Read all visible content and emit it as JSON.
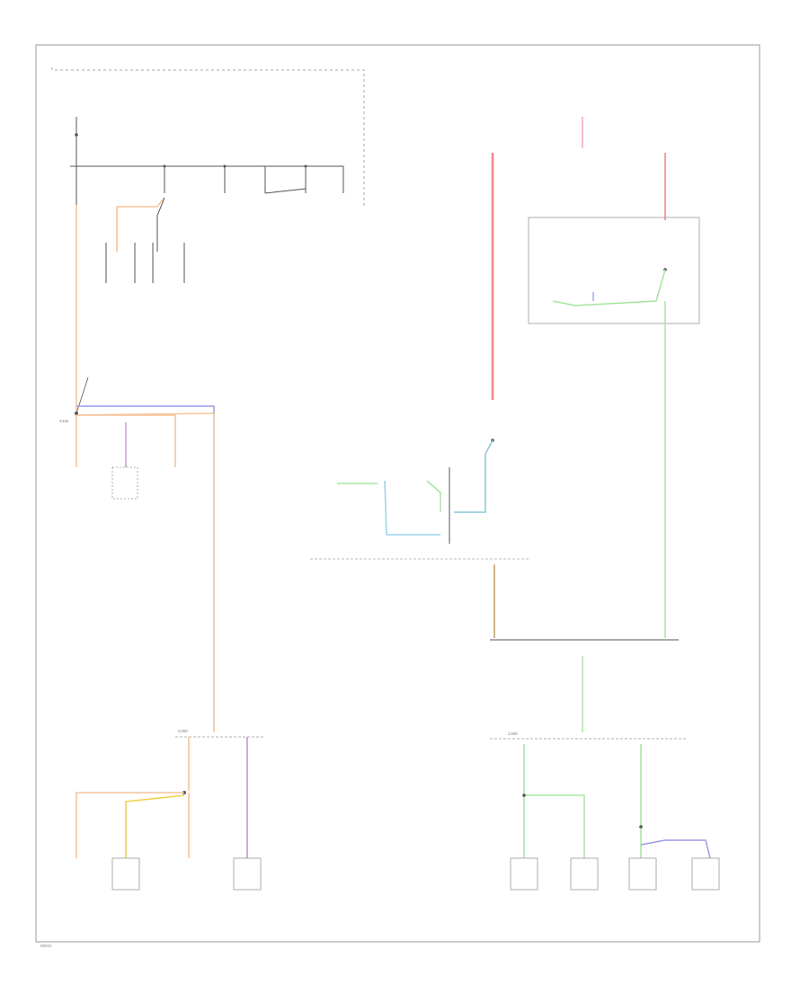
{
  "diagram": {
    "id_code": "98024",
    "left_splice_label": "S116",
    "lower_left_connector": "C200",
    "lower_right_connector": "C300",
    "colors": {
      "frame": "#999999",
      "black_wire": "#555555",
      "orange_wire": "#f5c49a",
      "blue_wire": "#9a9ae8",
      "purple_wire": "#c7a3d6",
      "yellow_wire": "#f0d24a",
      "green_wire": "#a6e5a0",
      "red_wire": "#f28a8a",
      "pink_wire": "#f3aeb8",
      "teal_wire": "#8cc6d8",
      "tan_wire": "#c9ad7d"
    }
  }
}
